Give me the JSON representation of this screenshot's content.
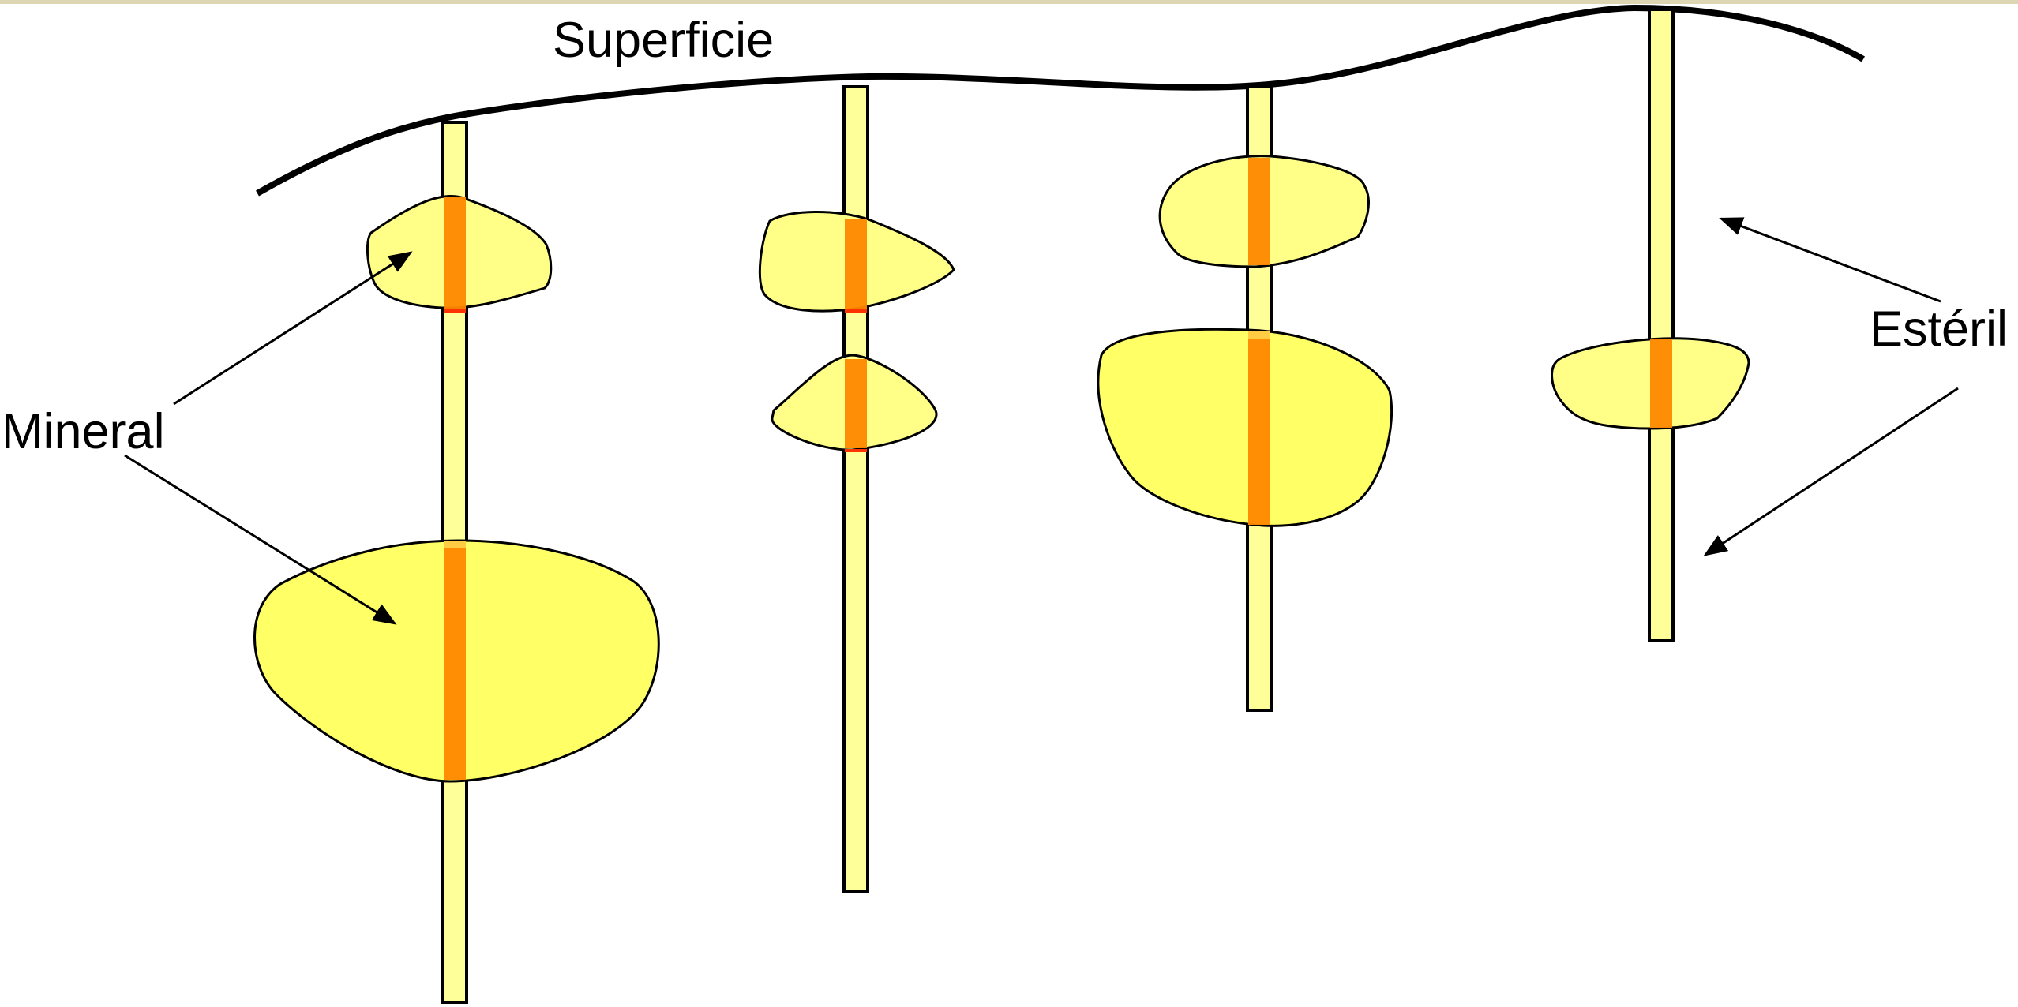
{
  "labels": {
    "surface": "Superficie",
    "ore": "Mineral",
    "waste": "Estéril"
  },
  "colors": {
    "background": "#ffffff",
    "top_rule": "#ddd6b2",
    "drillhole_fill": "#ffff99",
    "orebody_fill": "#ffff66",
    "orebody_light_fill": "#ffff88",
    "ore_intercept": "#ff8800",
    "ore_intercept_edge": "#ff3300",
    "outline": "#000000"
  },
  "drillholes": [
    {
      "id": "drillhole-1",
      "orebodies": 2
    },
    {
      "id": "drillhole-2",
      "orebodies": 2
    },
    {
      "id": "drillhole-3",
      "orebodies": 2
    },
    {
      "id": "drillhole-4",
      "orebodies": 1
    }
  ]
}
